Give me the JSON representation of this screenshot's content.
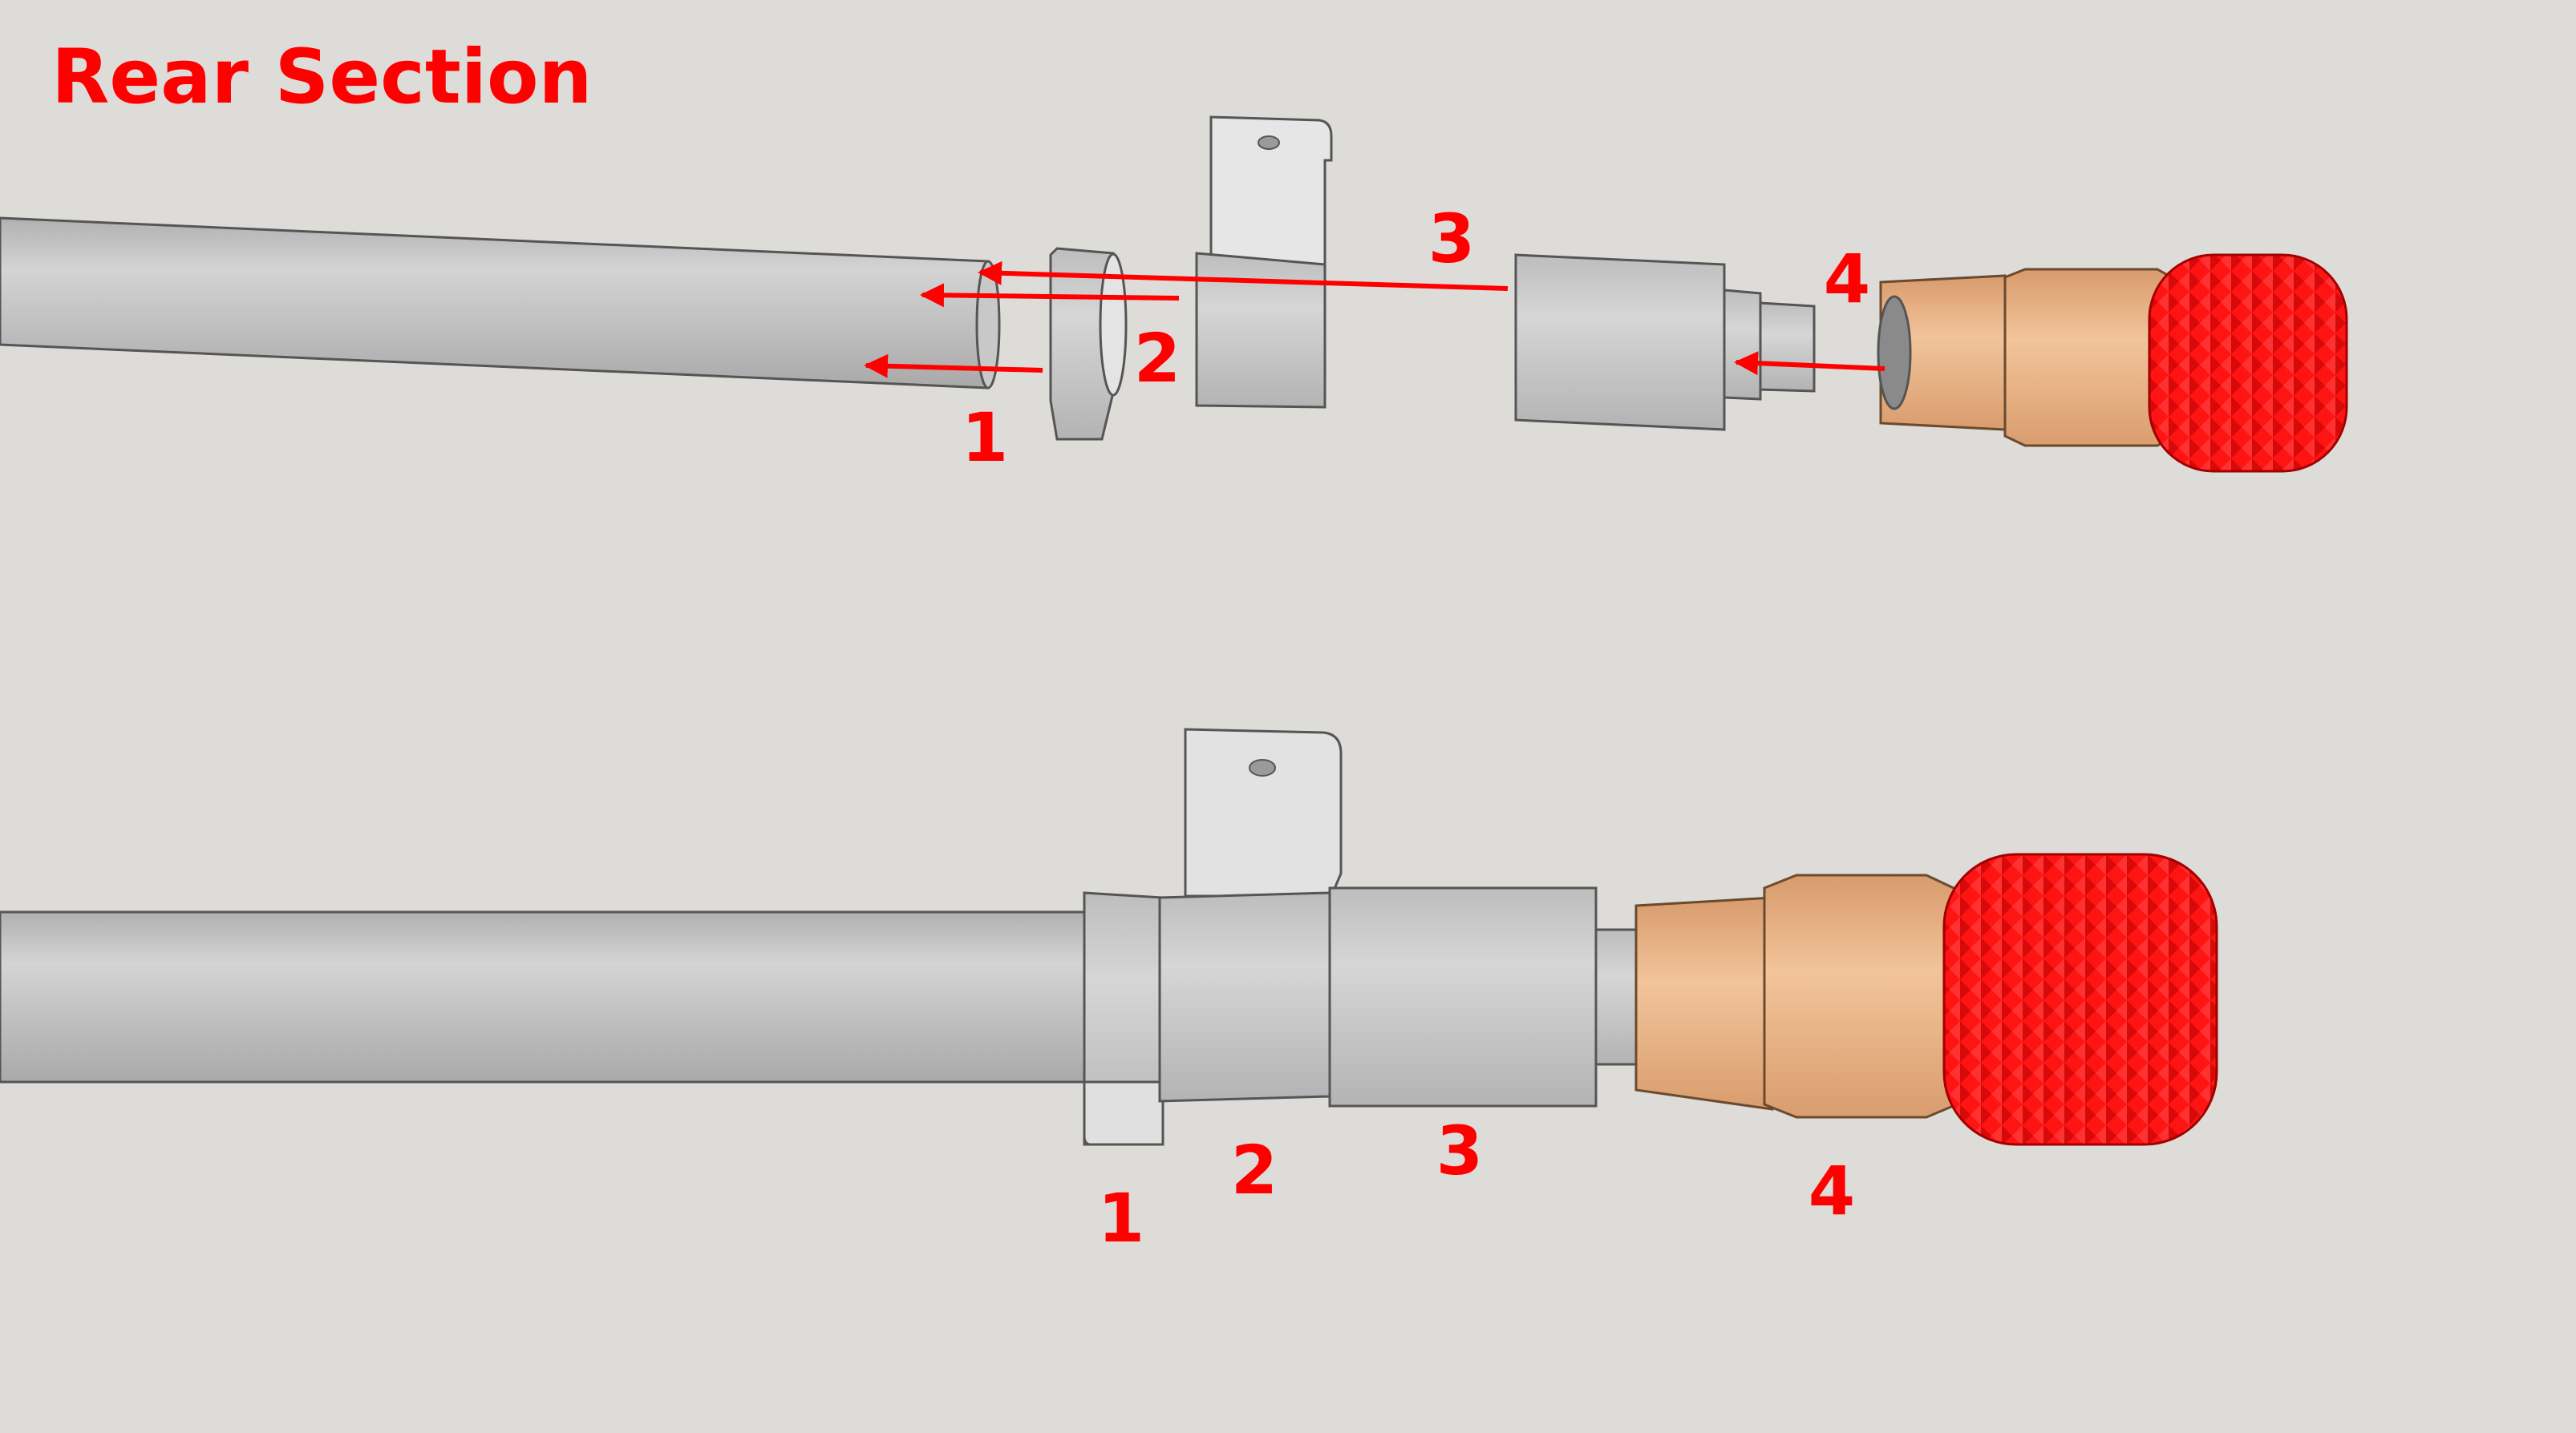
{
  "title": "Rear Section",
  "colors": {
    "background": "#dedcd8",
    "callout": "#ff0000",
    "part_grey": "#c4c4c4",
    "part_brass": "#e8b383",
    "knob_red": "#ff0d0d"
  },
  "exploded_view": {
    "callouts": {
      "c1": "1",
      "c2": "2",
      "c3": "3",
      "c4": "4"
    }
  },
  "assembled_view": {
    "callouts": {
      "c1": "1",
      "c2": "2",
      "c3": "3",
      "c4": "4"
    }
  }
}
